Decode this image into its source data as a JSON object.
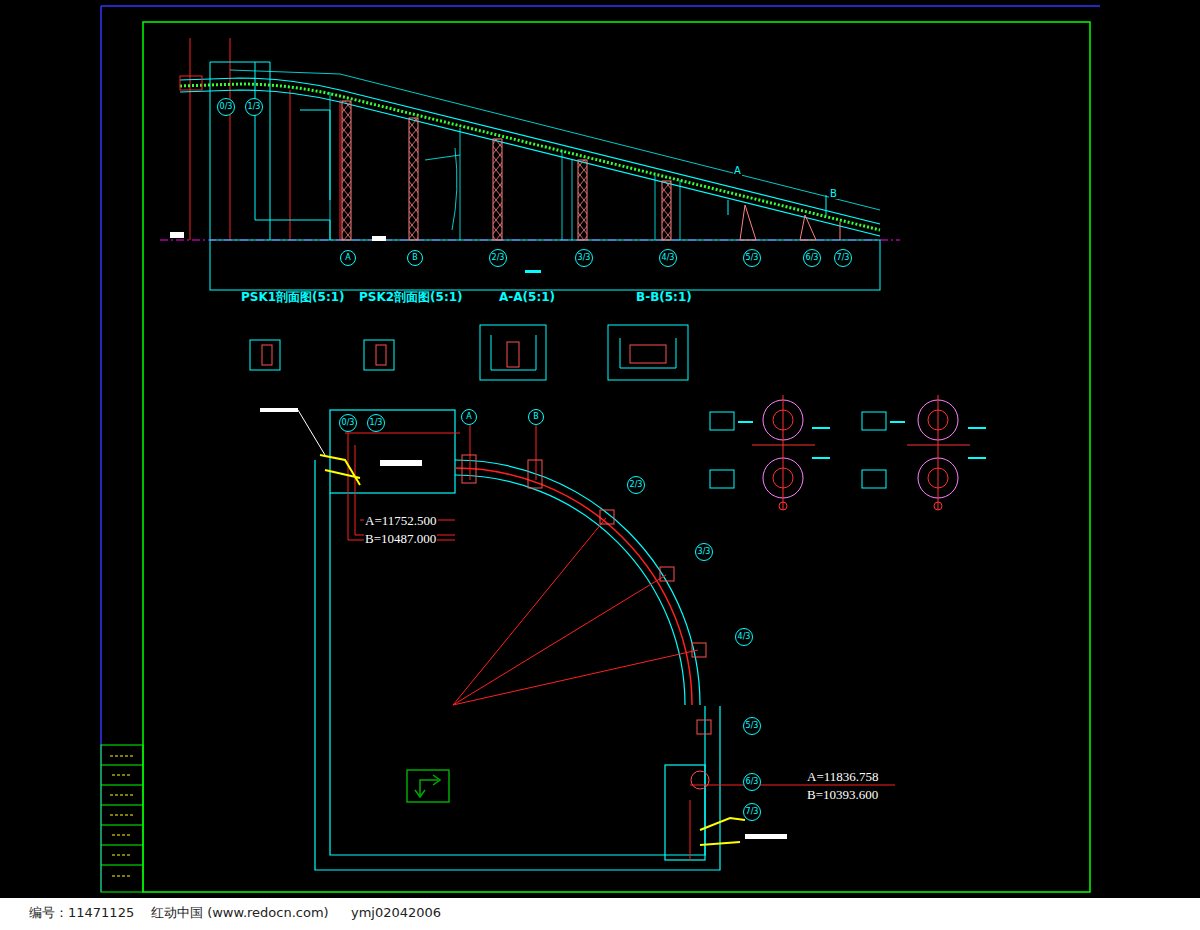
{
  "diagram": {
    "nodes": [
      {
        "text": [
          "0/3"
        ]
      },
      {
        "text": [
          "1/3"
        ]
      },
      {
        "text": [
          "A"
        ]
      },
      {
        "text": [
          "B"
        ]
      },
      {
        "text": [
          "2/3"
        ]
      },
      {
        "text": [
          "3/3"
        ]
      },
      {
        "text": [
          "4/3"
        ]
      },
      {
        "text": [
          "5/3"
        ]
      },
      {
        "text": [
          "6/3"
        ]
      },
      {
        "text": [
          "7/3"
        ]
      },
      {
        "text": [
          "0/3"
        ]
      },
      {
        "text": [
          "1/3"
        ]
      },
      {
        "text": [
          "A"
        ]
      },
      {
        "text": [
          "B"
        ]
      },
      {
        "text": [
          "2/3"
        ]
      },
      {
        "text": [
          "3/3"
        ]
      },
      {
        "text": [
          "4/3"
        ]
      },
      {
        "text": [
          "5/3"
        ]
      },
      {
        "text": [
          "6/3"
        ]
      },
      {
        "text": [
          "7/3"
        ]
      }
    ],
    "labels": [
      "PSK1剖面图(5:1)",
      "PSK2剖面图(5:1)",
      "A-A(5:1)",
      "B-B(5:1)",
      "A=11752.500",
      "B=10487.000",
      "A=11836.758",
      "B=10393.600",
      "A",
      "B",
      "编号：11471125",
      "红动中国 (www.redocn.com)",
      "ymj02042006"
    ]
  }
}
